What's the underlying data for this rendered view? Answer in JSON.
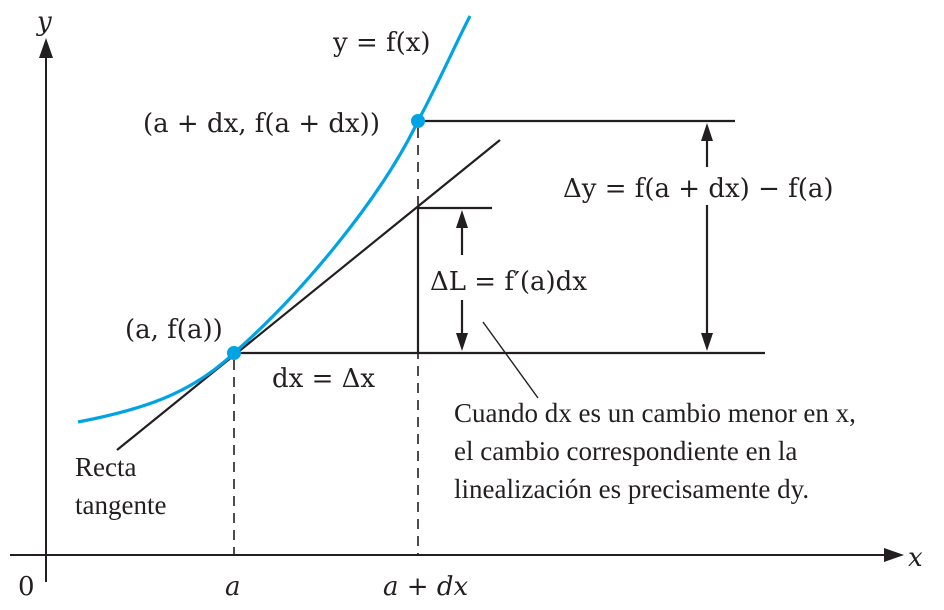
{
  "axes": {
    "x_label": "x",
    "y_label": "y",
    "origin_label": "0",
    "tick_a": "a",
    "tick_a_dx": "a + dx"
  },
  "curve": {
    "label": "y = f(x)",
    "color": "#00a4e4"
  },
  "points": {
    "lower": "(a, f(a))",
    "upper": "(a + dx, f(a + dx))"
  },
  "labels": {
    "dx_eq": "dx = Δx",
    "delta_y": "Δy = f(a + dx) − f(a)",
    "delta_L": "ΔL = f′(a)dx",
    "tangent_line": [
      "Recta",
      "tangente"
    ]
  },
  "annotation": {
    "lines": [
      "Cuando dx es un cambio menor en x,",
      "el cambio correspondiente en la",
      "linealización es precisamente dy."
    ]
  },
  "colors": {
    "ink": "#231f20",
    "accent": "#00a4e4"
  }
}
